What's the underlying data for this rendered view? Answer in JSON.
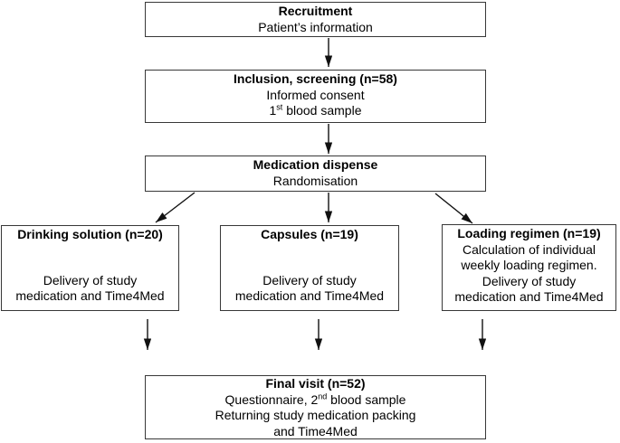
{
  "figure": {
    "type": "flowchart",
    "background_color": "#ffffff",
    "box_border_color": "#383838",
    "arrow_color": "#111111",
    "text_color": "#000000"
  },
  "boxes": {
    "recruitment": {
      "title": "Recruitment",
      "line1": "Patient’s information"
    },
    "inclusion": {
      "title": "Inclusion, screening (n=58)",
      "line1": "Informed consent",
      "line2_num": "1",
      "line2_sup": "st",
      "line2_rest": " blood sample"
    },
    "dispense": {
      "title": "Medication dispense",
      "line1": "Randomisation"
    },
    "drinking": {
      "title": "Drinking solution (n=20)",
      "line1": "Delivery of study",
      "line2": "medication and Time4Med"
    },
    "capsules": {
      "title": "Capsules (n=19)",
      "line1": "Delivery of study",
      "line2": "medication and Time4Med"
    },
    "loading": {
      "title": "Loading regimen (n=19)",
      "line1": "Calculation of individual",
      "line2": "weekly loading regimen.",
      "line3": "Delivery of study",
      "line4": "medication and Time4Med"
    },
    "final": {
      "title": "Final visit (n=52)",
      "line1_pre": "Questionnaire, 2",
      "line1_sup": "nd",
      "line1_rest": " blood sample",
      "line2": "Returning study medication packing",
      "line3": "and Time4Med"
    }
  },
  "edges": [
    {
      "from": "recruitment",
      "to": "inclusion"
    },
    {
      "from": "inclusion",
      "to": "dispense"
    },
    {
      "from": "dispense",
      "to": "drinking"
    },
    {
      "from": "dispense",
      "to": "capsules"
    },
    {
      "from": "dispense",
      "to": "loading"
    },
    {
      "from": "drinking",
      "to": "final"
    },
    {
      "from": "capsules",
      "to": "final"
    },
    {
      "from": "loading",
      "to": "final"
    }
  ]
}
